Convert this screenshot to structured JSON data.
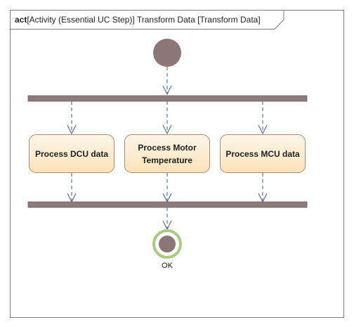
{
  "frame": {
    "keyword": "act",
    "title": "[Activity (Essential UC Step)] Transform Data [Transform Data]"
  },
  "actions": [
    {
      "lines": [
        "Process DCU data"
      ]
    },
    {
      "lines": [
        "Process Motor",
        "Temperature"
      ]
    },
    {
      "lines": [
        "Process MCU data"
      ]
    }
  ],
  "final_node": {
    "label": "OK"
  },
  "colors": {
    "initial_node": "#8d7676",
    "fork_bar": "#8d7a7a",
    "final_ring": "#a8cc7c",
    "action_fill_top": "#fdf6ea",
    "action_fill_bottom": "#fbe2b8",
    "action_border": "#b08a70",
    "edge": "#5a6a80"
  },
  "icons": {
    "initial": "initial-node-icon",
    "final": "activity-final-node-icon"
  }
}
